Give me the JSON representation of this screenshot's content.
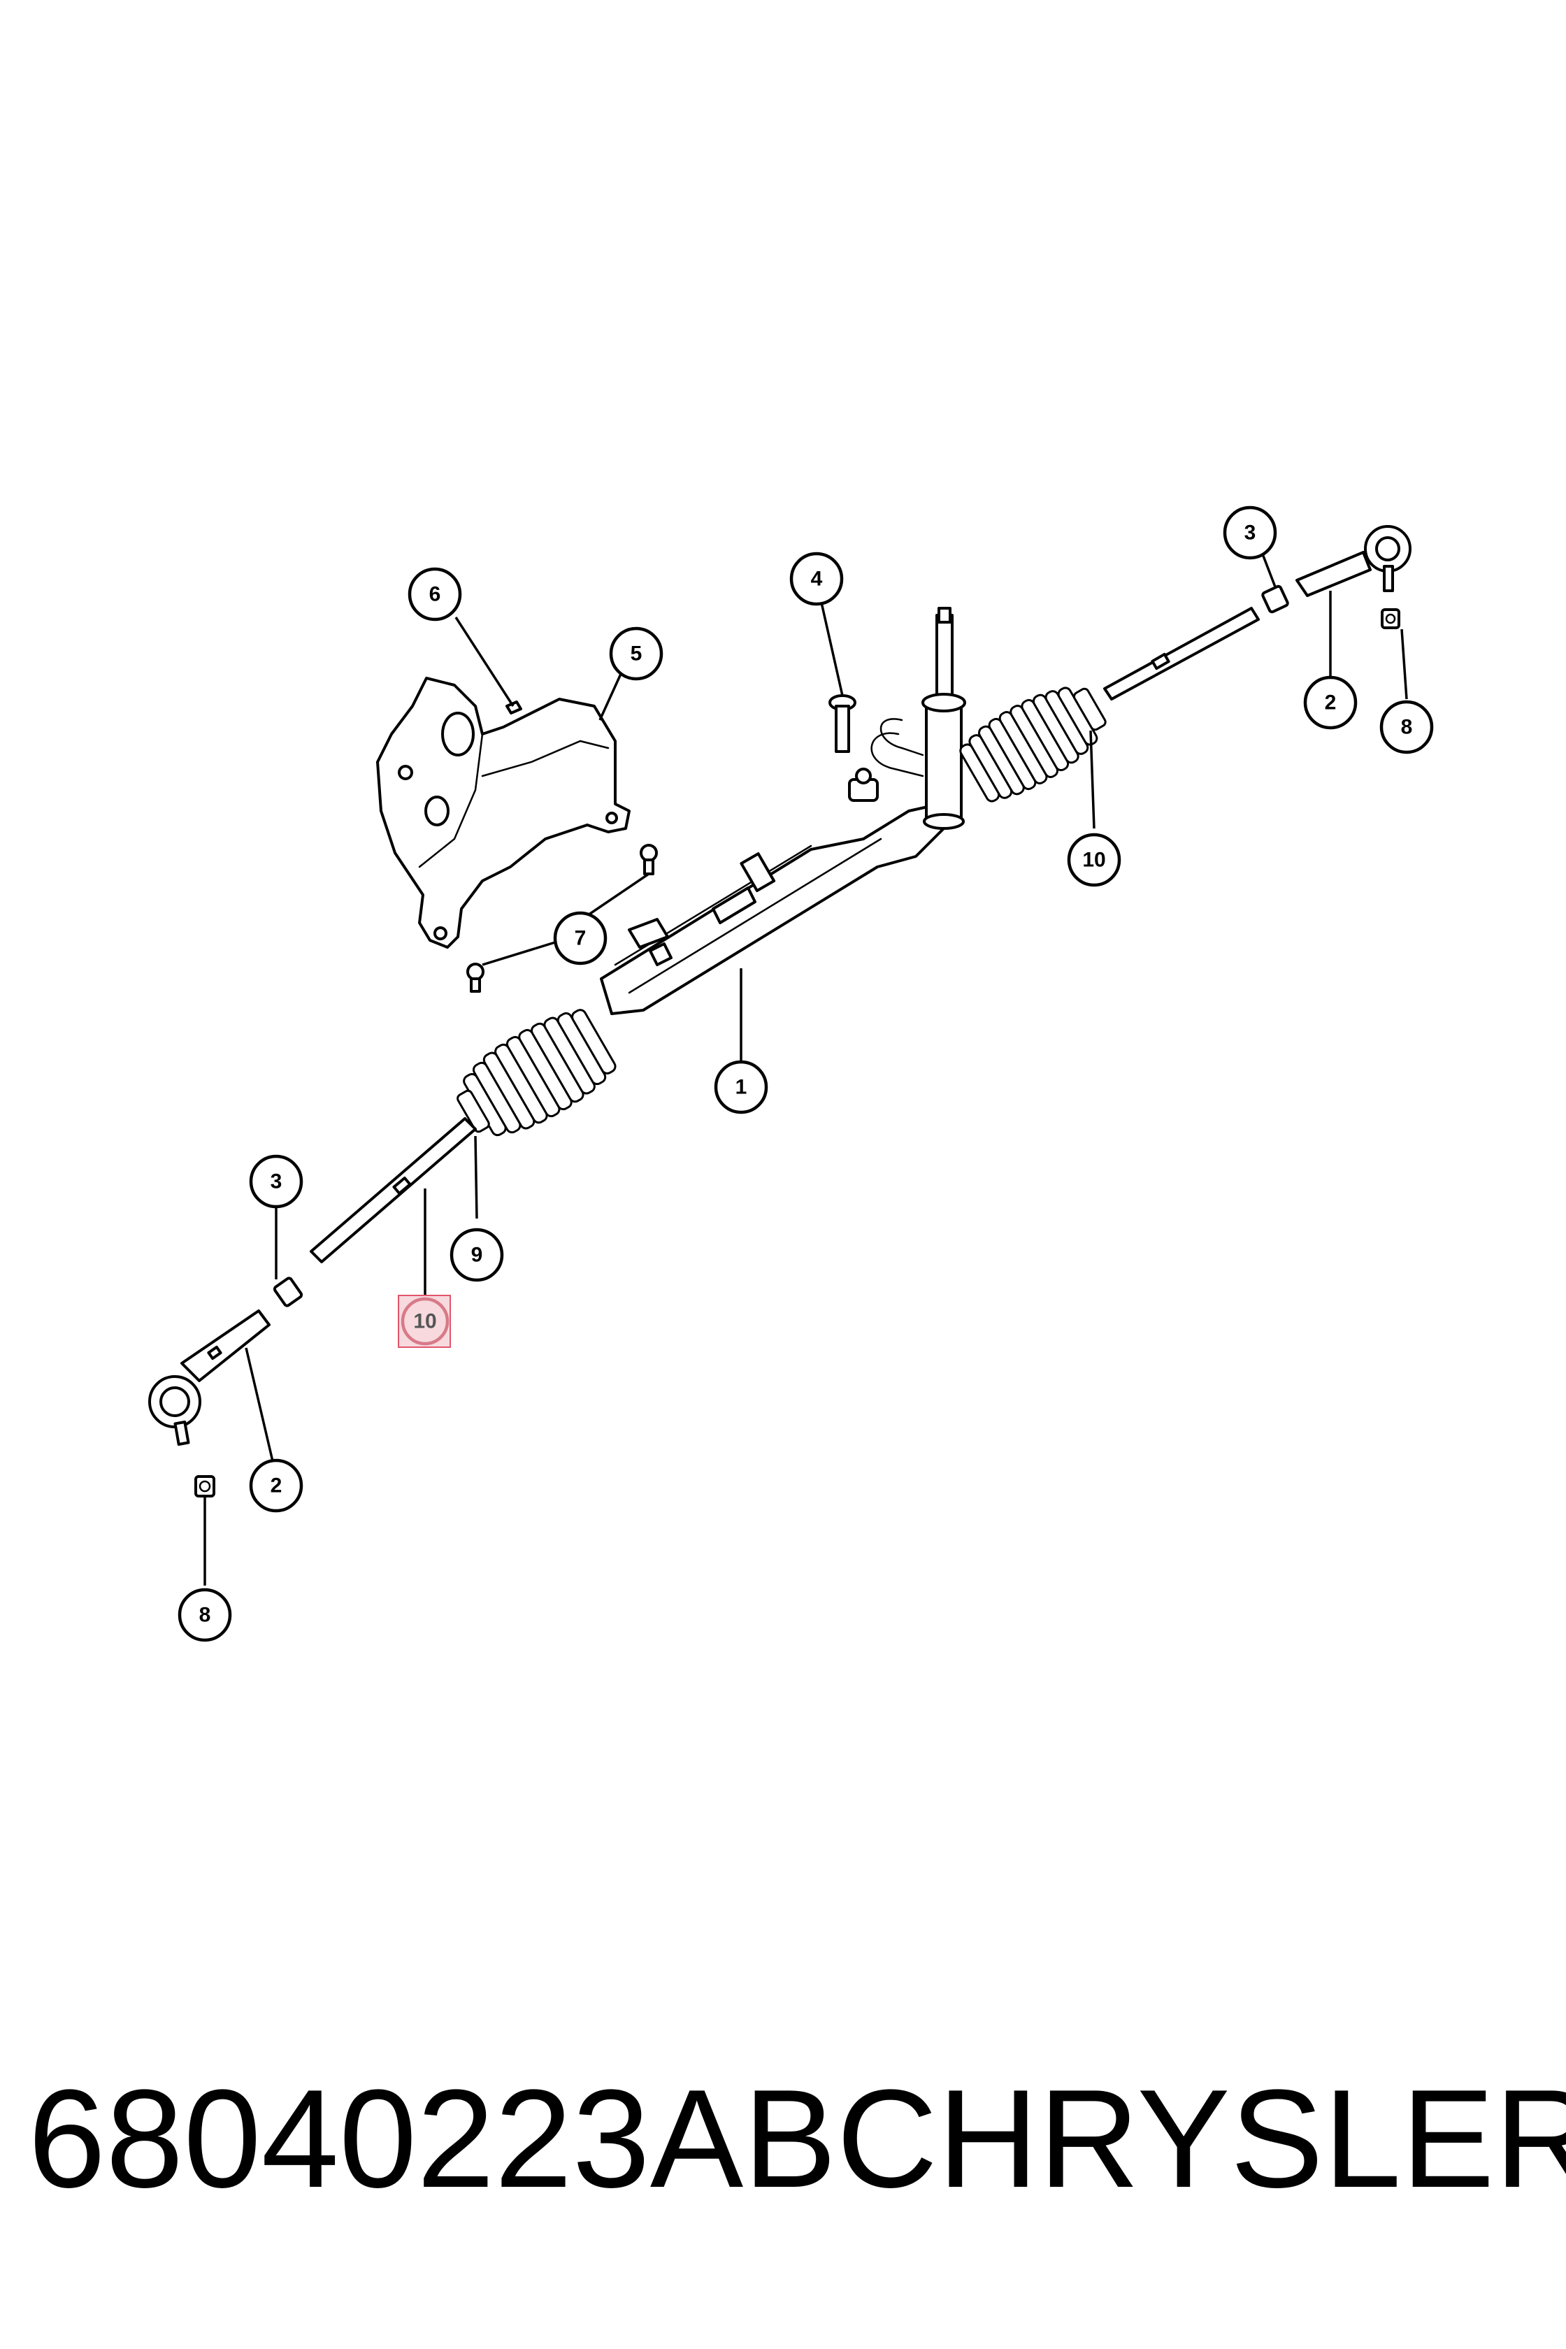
{
  "callouts": {
    "c1": "1",
    "c2_right": "2",
    "c2_left": "2",
    "c3_right": "3",
    "c3_left": "3",
    "c4": "4",
    "c5": "5",
    "c6": "6",
    "c7": "7",
    "c8_right": "8",
    "c8_left": "8",
    "c9": "9",
    "c10_right": "10",
    "c10_left": "10"
  },
  "highlighted_callout": "c10_left",
  "caption": {
    "part_number": "68040223AB",
    "brand": "CHRYSLER"
  },
  "colors": {
    "line": "#000000",
    "highlight_fill": "#f7d9de",
    "highlight_stroke": "#e0566b"
  }
}
